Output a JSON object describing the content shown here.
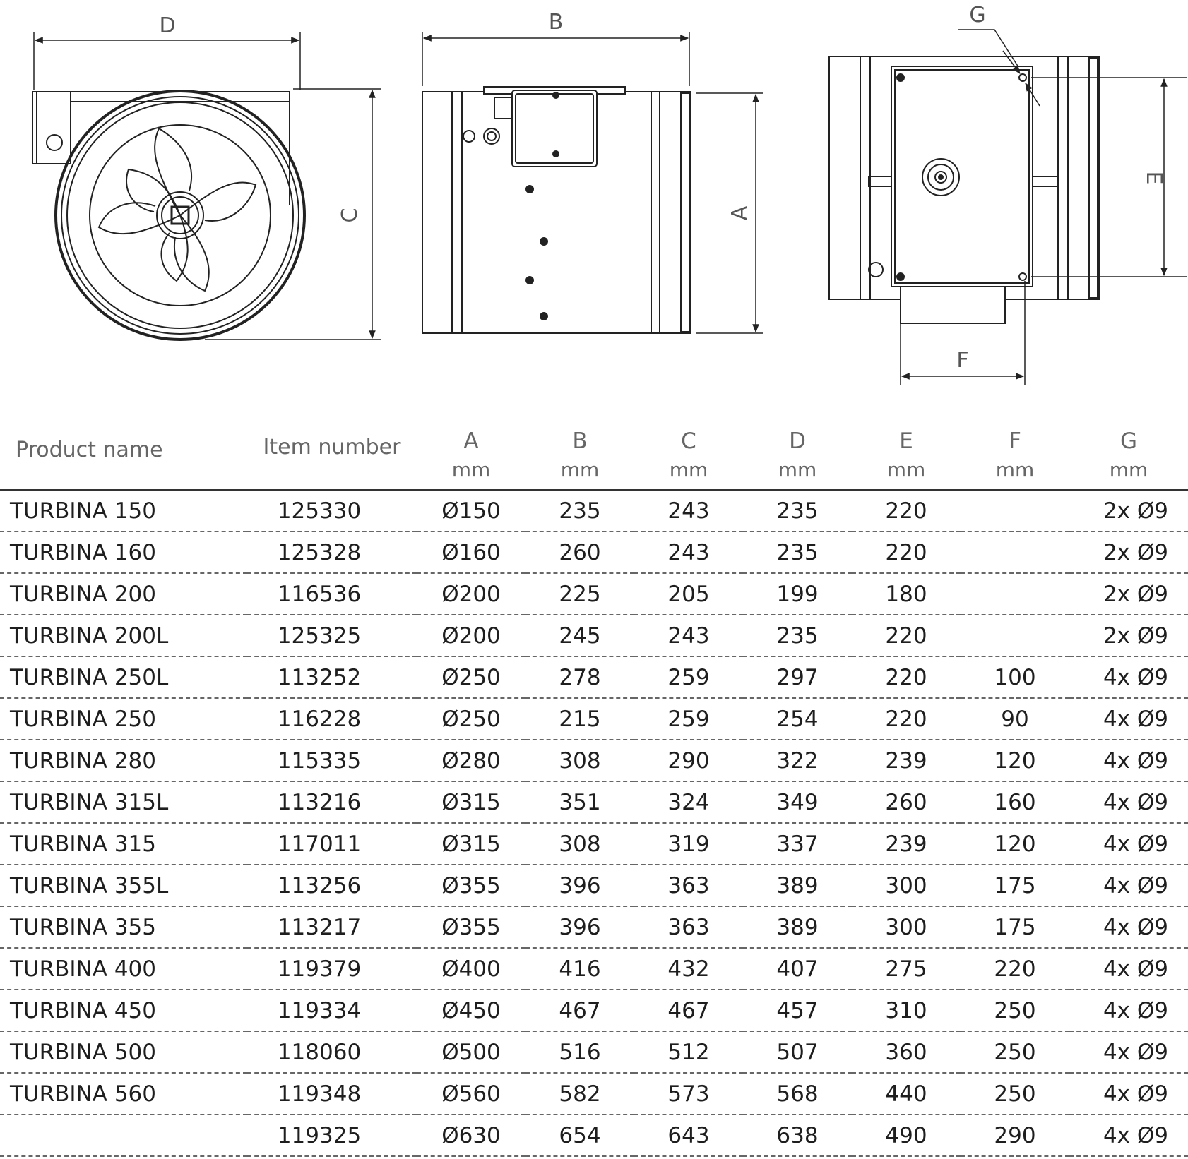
{
  "drawing_labels": {
    "front_view": {
      "D": "D",
      "C": "C"
    },
    "side_view": {
      "B": "B",
      "A": "A"
    },
    "top_view": {
      "G": "G",
      "E": "E",
      "F": "F"
    }
  },
  "table": {
    "header": {
      "product_name": "Product name",
      "item_number": "Item number",
      "columns": [
        {
          "letter": "A",
          "unit": "mm"
        },
        {
          "letter": "B",
          "unit": "mm"
        },
        {
          "letter": "C",
          "unit": "mm"
        },
        {
          "letter": "D",
          "unit": "mm"
        },
        {
          "letter": "E",
          "unit": "mm"
        },
        {
          "letter": "F",
          "unit": "mm"
        },
        {
          "letter": "G",
          "unit": "mm"
        }
      ]
    },
    "rows": [
      {
        "name": "TURBINA 150",
        "item": "125330",
        "a": "Ø150",
        "b": "235",
        "c": "243",
        "d": "235",
        "e": "220",
        "f": "",
        "g": "2x Ø9"
      },
      {
        "name": "TURBINA 160",
        "item": "125328",
        "a": "Ø160",
        "b": "260",
        "c": "243",
        "d": "235",
        "e": "220",
        "f": "",
        "g": "2x Ø9"
      },
      {
        "name": "TURBINA 200",
        "item": "116536",
        "a": "Ø200",
        "b": "225",
        "c": "205",
        "d": "199",
        "e": "180",
        "f": "",
        "g": "2x Ø9"
      },
      {
        "name": "TURBINA 200L",
        "item": "125325",
        "a": "Ø200",
        "b": "245",
        "c": "243",
        "d": "235",
        "e": "220",
        "f": "",
        "g": "2x Ø9"
      },
      {
        "name": "TURBINA 250L",
        "item": "113252",
        "a": "Ø250",
        "b": "278",
        "c": "259",
        "d": "297",
        "e": "220",
        "f": "100",
        "g": "4x Ø9"
      },
      {
        "name": "TURBINA 250",
        "item": "116228",
        "a": "Ø250",
        "b": "215",
        "c": "259",
        "d": "254",
        "e": "220",
        "f": "90",
        "g": "4x Ø9"
      },
      {
        "name": "TURBINA 280",
        "item": "115335",
        "a": "Ø280",
        "b": "308",
        "c": "290",
        "d": "322",
        "e": "239",
        "f": "120",
        "g": "4x Ø9"
      },
      {
        "name": "TURBINA 315L",
        "item": "113216",
        "a": "Ø315",
        "b": "351",
        "c": "324",
        "d": "349",
        "e": "260",
        "f": "160",
        "g": "4x Ø9"
      },
      {
        "name": "TURBINA 315",
        "item": "117011",
        "a": "Ø315",
        "b": "308",
        "c": "319",
        "d": "337",
        "e": "239",
        "f": "120",
        "g": "4x Ø9"
      },
      {
        "name": "TURBINA 355L",
        "item": "113256",
        "a": "Ø355",
        "b": "396",
        "c": "363",
        "d": "389",
        "e": "300",
        "f": "175",
        "g": "4x Ø9"
      },
      {
        "name": "TURBINA 355",
        "item": "113217",
        "a": "Ø355",
        "b": "396",
        "c": "363",
        "d": "389",
        "e": "300",
        "f": "175",
        "g": "4x Ø9"
      },
      {
        "name": "TURBINA 400",
        "item": "119379",
        "a": "Ø400",
        "b": "416",
        "c": "432",
        "d": "407",
        "e": "275",
        "f": "220",
        "g": "4x Ø9"
      },
      {
        "name": "TURBINA 450",
        "item": "119334",
        "a": "Ø450",
        "b": "467",
        "c": "467",
        "d": "457",
        "e": "310",
        "f": "250",
        "g": "4x Ø9"
      },
      {
        "name": "TURBINA 500",
        "item": "118060",
        "a": "Ø500",
        "b": "516",
        "c": "512",
        "d": "507",
        "e": "360",
        "f": "250",
        "g": "4x Ø9"
      },
      {
        "name": "TURBINA 560",
        "item": "119348",
        "a": "Ø560",
        "b": "582",
        "c": "573",
        "d": "568",
        "e": "440",
        "f": "250",
        "g": "4x Ø9"
      },
      {
        "name": "",
        "item": "119325",
        "a": "Ø630",
        "b": "654",
        "c": "643",
        "d": "638",
        "e": "490",
        "f": "290",
        "g": "4x Ø9"
      }
    ]
  }
}
